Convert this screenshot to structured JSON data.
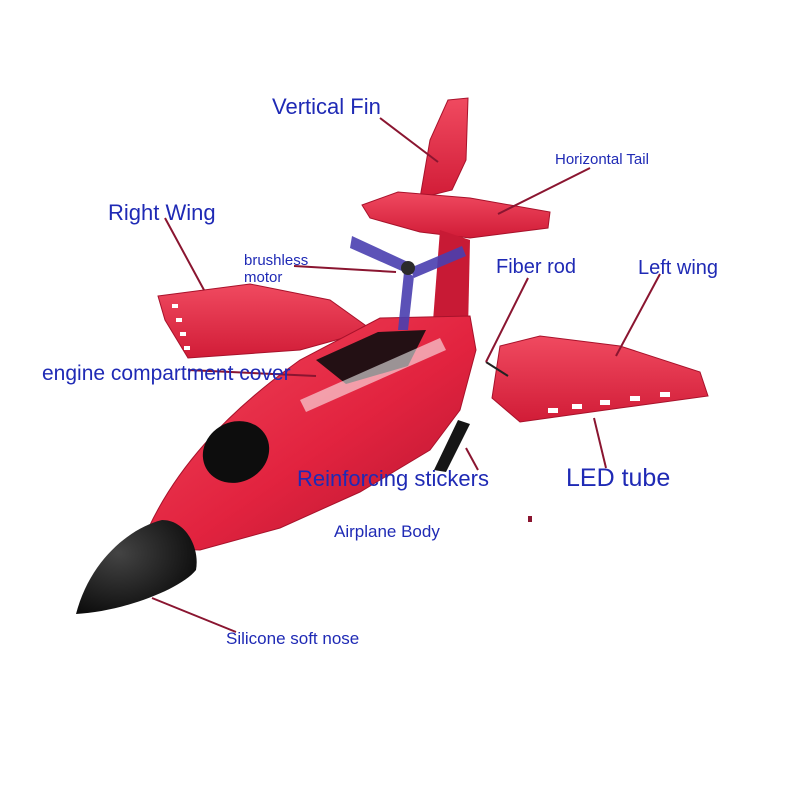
{
  "labels": {
    "vertical_fin": "Vertical Fin",
    "horizontal_tail": "Horizontal Tail",
    "right_wing": "Right Wing",
    "brushless_motor_line1": "brushless",
    "brushless_motor_line2": "motor",
    "fiber_rod": "Fiber rod",
    "left_wing": "Left wing",
    "engine_compartment_cover": "engine compartment cover",
    "reinforcing_stickers": "Reinforcing stickers",
    "led_tube": "LED tube",
    "airplane_body": "Airplane Body",
    "silicone_soft_nose": "Silicone soft nose"
  },
  "colors": {
    "label_text": "#1f2ab5",
    "leader_line": "#8a1530",
    "body_red": "#e2233f",
    "body_dark": "#b31530",
    "nose_black": "#111111",
    "propeller": "#4a3fb0"
  }
}
